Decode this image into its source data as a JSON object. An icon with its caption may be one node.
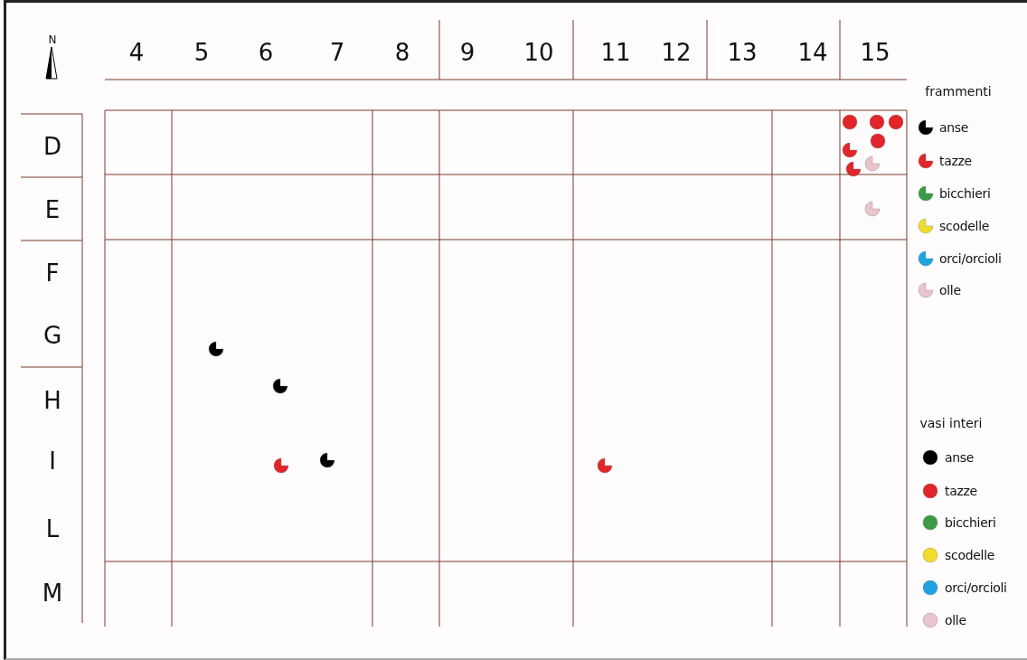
{
  "diagram": {
    "labels": [
      "N",
      "4",
      "5",
      "6",
      "7",
      "8",
      "9",
      "10",
      "11",
      "12",
      "13",
      "14",
      "15",
      "frammenti",
      "D",
      "E",
      "F",
      "G",
      "H",
      "I",
      "L",
      "M",
      "vasi interi"
    ],
    "legend": [
      {
        "text": "anse",
        "color": "#000000"
      },
      {
        "text": "tazze",
        "color": "#e0262b"
      },
      {
        "text": "bicchieri",
        "color": "#3a9a45"
      },
      {
        "text": "scodelle",
        "color": "#f0dc2a"
      },
      {
        "text": "orci/orcioli",
        "color": "#1fa3e0"
      },
      {
        "text": "olle",
        "color": "#eac3cc"
      },
      {
        "text": "anse",
        "color": "#000000"
      },
      {
        "text": "tazze",
        "color": "#e0262b"
      },
      {
        "text": "bicchieri",
        "color": "#3a9a45"
      },
      {
        "text": "scodelle",
        "color": "#f0dc2a"
      },
      {
        "text": "orci/orcioli",
        "color": "#1fa3e0"
      },
      {
        "text": "olle",
        "color": "#eac3cc"
      }
    ]
  }
}
